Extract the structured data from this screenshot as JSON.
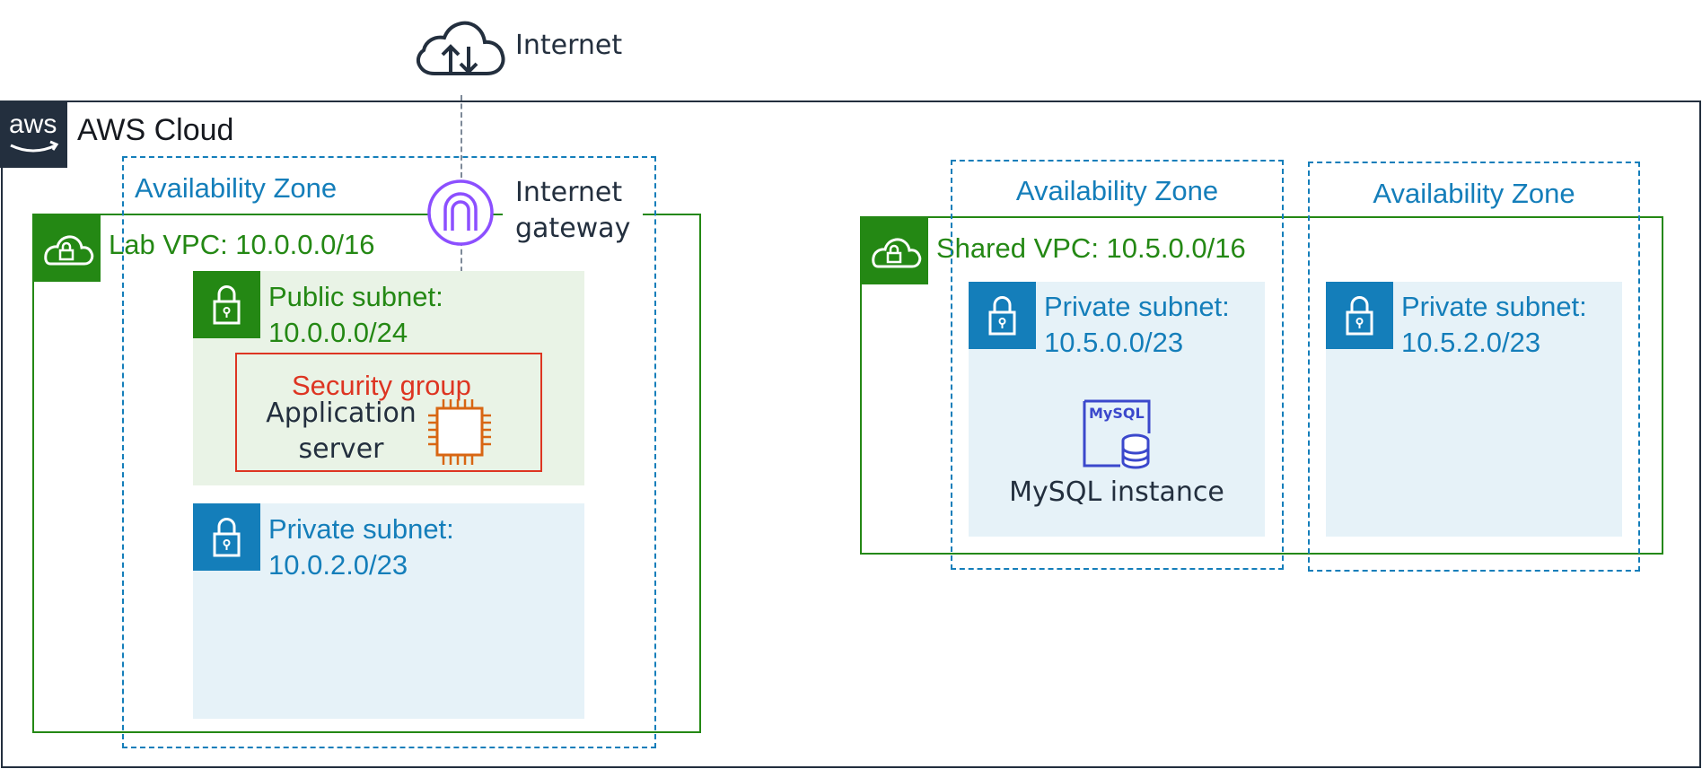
{
  "internet": {
    "label": "Internet"
  },
  "cloud": {
    "title": "AWS Cloud",
    "logo_text": "aws"
  },
  "availability_zone_label": "Availability Zone",
  "gateway": {
    "label_line1": "Internet",
    "label_line2": "gateway"
  },
  "lab_vpc": {
    "label": "Lab VPC: 10.0.0.0/16",
    "public_subnet": {
      "line1": "Public subnet:",
      "line2": "10.0.0.0/24"
    },
    "security_group": {
      "label": "Security group"
    },
    "app_server": {
      "line1": "Application",
      "line2": "server"
    },
    "private_subnet": {
      "line1": "Private subnet:",
      "line2": "10.0.2.0/23"
    }
  },
  "shared_vpc": {
    "label": "Shared VPC: 10.5.0.0/16",
    "private_subnet_1": {
      "line1": "Private subnet:",
      "line2": "10.5.0.0/23"
    },
    "private_subnet_2": {
      "line1": "Private subnet:",
      "line2": "10.5.2.0/23"
    },
    "mysql": {
      "label": "MySQL instance",
      "icon_text": "MySQL"
    }
  },
  "colors": {
    "cloud_dark": "#232f3e",
    "az_blue": "#147eba",
    "vpc_green": "#248814",
    "security_red": "#dd3522",
    "gateway_purple": "#8c4fff",
    "ec2_orange": "#d86613",
    "mysql_blue": "#3b48cc"
  }
}
